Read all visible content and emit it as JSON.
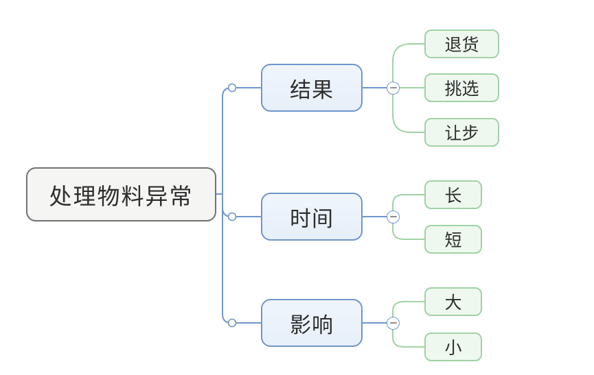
{
  "theme": {
    "canvas_bg": "#ffffff",
    "blue_line": "#6e96cc",
    "blue_node_border": "#6e96cc",
    "blue_node_fill": "#e7effa",
    "green_line": "#a0d2a5",
    "green_node_border": "#a0d2a5",
    "green_node_fill": "#eff8ef",
    "root_border": "#737373",
    "root_fill": "#f5f5f4",
    "text_color": "#2e2e2e",
    "minus_color": "#8c8c8c"
  },
  "icons": {
    "collapse_toggle": "minus-in-circle",
    "connector_handle": "open-circle"
  },
  "mindmap": {
    "root": {
      "label": "处理物料异常"
    },
    "branches": [
      {
        "label": "结果",
        "children": [
          {
            "label": "退货"
          },
          {
            "label": "挑选"
          },
          {
            "label": "让步"
          }
        ]
      },
      {
        "label": "时间",
        "children": [
          {
            "label": "长"
          },
          {
            "label": "短"
          }
        ]
      },
      {
        "label": "影响",
        "children": [
          {
            "label": "大"
          },
          {
            "label": "小"
          }
        ]
      }
    ]
  }
}
